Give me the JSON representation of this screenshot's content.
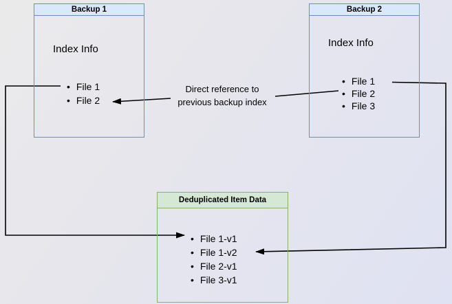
{
  "diagram": {
    "backup1": {
      "title": "Backup 1",
      "section_label": "Index Info",
      "files": [
        "File 1",
        "File 2"
      ]
    },
    "backup2": {
      "title": "Backup 2",
      "section_label": "Index Info",
      "files": [
        "File 1",
        "File 2",
        "File 3"
      ]
    },
    "dedup_store": {
      "title": "Deduplicated Item Data",
      "files": [
        "File 1-v1",
        "File 1-v2",
        "File 2-v1",
        "File 3-v1"
      ]
    },
    "edge_label": {
      "line1": "Direct reference to",
      "line2": "previous backup index"
    },
    "colors": {
      "backup_header_fill": "#dae8fc",
      "backup_border": "#6c8ebf",
      "dedup_header_fill": "#d5e8d4",
      "dedup_border": "#82b366",
      "arrow": "#000000",
      "text": "#000000"
    }
  }
}
